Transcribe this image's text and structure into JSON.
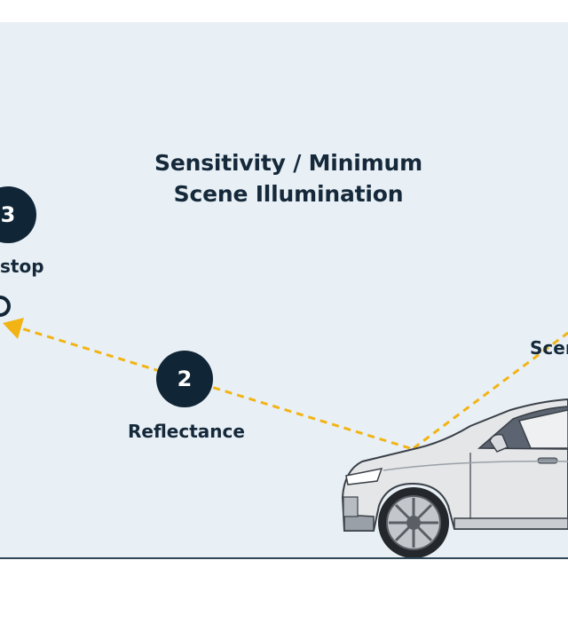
{
  "title": {
    "line1": "Sensitivity / Minimum",
    "line2": "Scene Illumination"
  },
  "steps": [
    {
      "number": "3",
      "label": "stop"
    },
    {
      "number": "2",
      "label": "Reflectance"
    },
    {
      "label": "Scen"
    }
  ],
  "colors": {
    "background": "#e8f0f6",
    "marker": "#102536",
    "light_path": "#f2b414",
    "ground": "#2f4656"
  },
  "icons": [
    "vehicle-illustration",
    "arrow-head-icon"
  ]
}
